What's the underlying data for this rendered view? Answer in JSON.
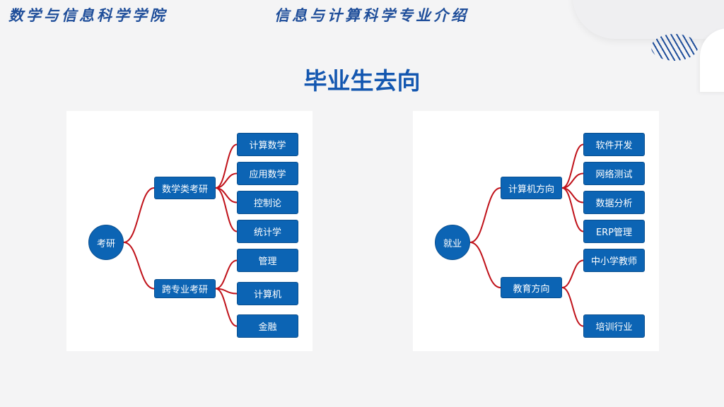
{
  "header": {
    "school": "数学与信息科学学院",
    "major": "信息与计算科学专业介绍"
  },
  "title": "毕业生去向",
  "colors": {
    "node": "#0c64b4",
    "connector": "#c0121a",
    "title": "#1457b0"
  },
  "left": {
    "root": "考研",
    "branches": [
      {
        "label": "数学类考研",
        "children": [
          "计算数学",
          "应用数学",
          "控制论",
          "统计学"
        ]
      },
      {
        "label": "跨专业考研",
        "children": [
          "管理",
          "计算机",
          "金融"
        ]
      }
    ]
  },
  "right": {
    "root": "就业",
    "branches": [
      {
        "label": "计算机方向",
        "children": [
          "软件开发",
          "网络测试",
          "数据分析",
          "ERP管理"
        ]
      },
      {
        "label": "教育方向",
        "children": [
          "中小学教师",
          "培训行业"
        ]
      }
    ]
  }
}
